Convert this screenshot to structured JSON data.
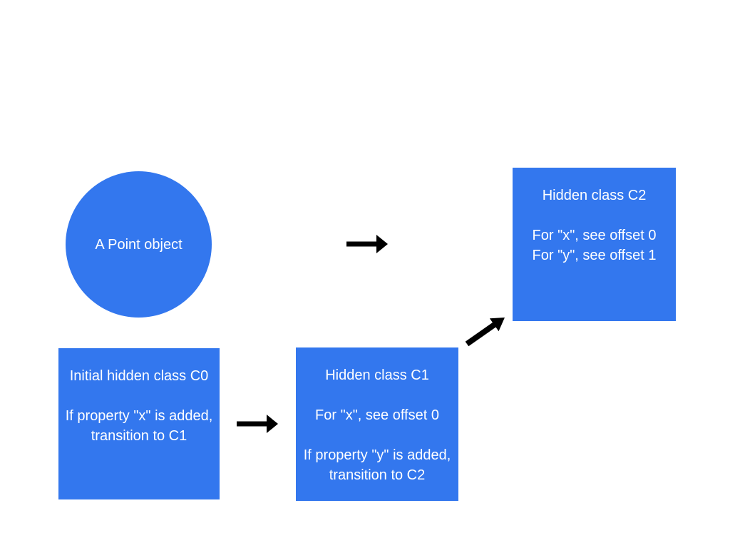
{
  "colors": {
    "node_fill": "#3377EE",
    "node_text": "#FFFFFF",
    "arrow": "#000000",
    "background": "#FFFFFF"
  },
  "nodes": {
    "point": {
      "label": "A Point object"
    },
    "c0": {
      "title": "Initial hidden class C0",
      "body1": "If property \"x\" is added,",
      "body2": "transition to C1"
    },
    "c1": {
      "title": "Hidden class C1",
      "body1": "For \"x\", see offset 0",
      "body2": "If property \"y\" is added,",
      "body3": "transition to C2"
    },
    "c2": {
      "title": "Hidden class C2",
      "body1": "For \"x\", see offset 0",
      "body2": "For \"y\", see offset 1"
    }
  },
  "arrows": [
    {
      "name": "point-to-c2",
      "direction": "right"
    },
    {
      "name": "c0-to-c1",
      "direction": "right"
    },
    {
      "name": "c1-to-c2",
      "direction": "up-right"
    }
  ]
}
